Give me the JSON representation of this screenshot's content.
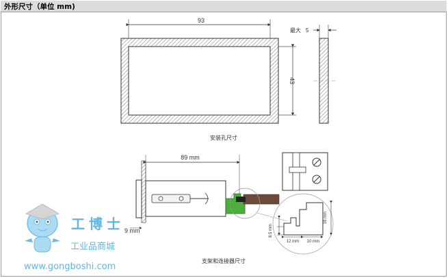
{
  "header": {
    "title": "外形尺寸（单位 mm)"
  },
  "top_drawing": {
    "width_label": "93",
    "height_label": "43",
    "max_label": "最大",
    "depth_label": "5",
    "caption": "安装孔尺寸"
  },
  "bottom_drawing": {
    "length_label": "89 mm",
    "panel_label": "9 mm",
    "dim_8_5": "8.5 mm",
    "dim_16": "16 mm",
    "dim_12": "12 mm",
    "dim_10": "10 mm",
    "caption": "支架和连接器尺寸"
  },
  "watermark": {
    "brand": "工博士",
    "subtitle": "工业品商城",
    "url": "www.gongboshi.com"
  },
  "colors": {
    "header_bg": "#dcdcdc",
    "connector_green": "#4caf3a",
    "watermark_blue": "#3aa3d8"
  }
}
